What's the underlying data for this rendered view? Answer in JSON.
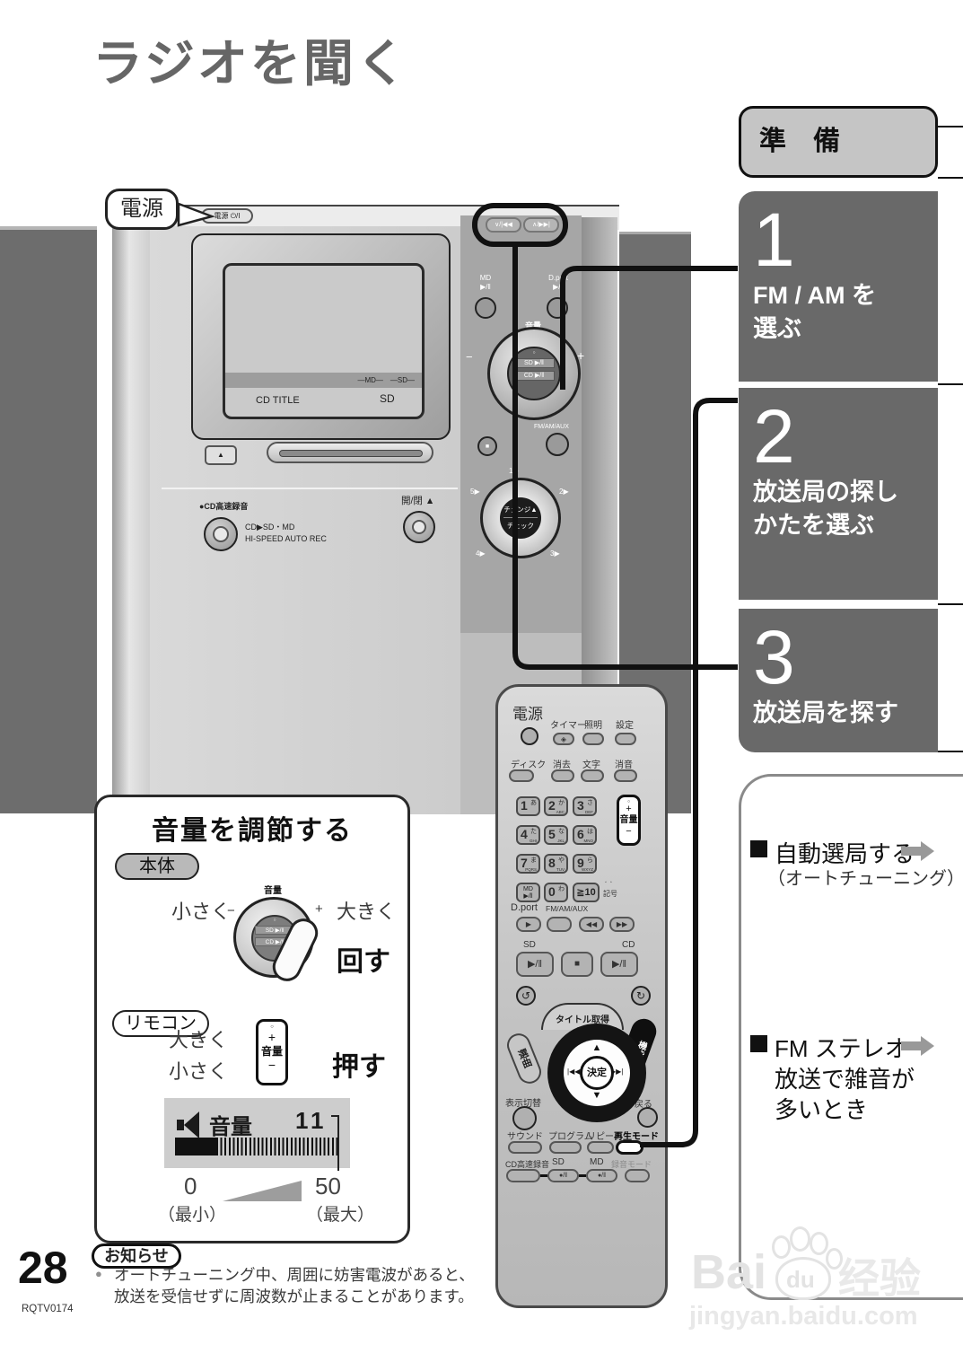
{
  "page": {
    "title": "ラジオを聞く",
    "page_number": "28",
    "doc_code": "RQTV0174"
  },
  "prep_panel": {
    "header": "準　備",
    "steps": [
      {
        "num": "1",
        "line1": "FM / AM を",
        "line2": "選ぶ"
      },
      {
        "num": "2",
        "line1": "放送局の探し",
        "line2": "かたを選ぶ"
      },
      {
        "num": "3",
        "line1": "放送局を探す",
        "line2": ""
      }
    ]
  },
  "tips_panel": {
    "item1_title": "自動選局する",
    "item1_sub": "（オートチューニング）",
    "item2_line1": "FM ステレオ",
    "item2_line2": "放送で雑音が",
    "item2_line3": "多いとき"
  },
  "unit": {
    "power_callout": "電源",
    "power_switch": "電源 ⏻/I",
    "display_band": "—MD—　—SD—",
    "cd_title": "CD TITLE",
    "sd": "SD",
    "eject": "▲",
    "tune_down": "∨/|◀◀",
    "tune_up": "∧/▶▶|",
    "md_label": "MD",
    "md_play": "▶/‖",
    "dport_label": "D.port",
    "dport_play": "▶/‖",
    "volume": "音量",
    "minus": "−",
    "plus": "+",
    "knob_dot": "○",
    "knob_sd": "SD ▶/‖",
    "knob_cd": "CD ▶/‖",
    "stop": "■",
    "fm_am_aux": "FM/AM/AUX",
    "dial_change": "チェンジ▲",
    "dial_check": "チェック",
    "sector1": "1▶",
    "sector2": "2▶",
    "sector3": "3▶",
    "sector4": "4▶",
    "sector5": "5▶",
    "rec_label": "●CD高速録音",
    "rec_line1": "CD▶SD・MD",
    "rec_line2": "HI-SPEED AUTO REC",
    "open_close": "開/閉 ▲"
  },
  "remote": {
    "power": "電源",
    "timer": "タイマー",
    "timer_icon": "◈",
    "light": "照明",
    "setup": "設定",
    "disc": "ディスク",
    "erase": "消去",
    "moji": "文字",
    "mute": "消音",
    "digits": [
      {
        "main": "1",
        "kana": "あ",
        "latin": ""
      },
      {
        "main": "2",
        "kana": "か",
        "latin": "ABC"
      },
      {
        "main": "3",
        "kana": "さ",
        "latin": "DEF"
      },
      {
        "main": "4",
        "kana": "た",
        "latin": "GHI"
      },
      {
        "main": "5",
        "kana": "な",
        "latin": "JKL"
      },
      {
        "main": "6",
        "kana": "は",
        "latin": "MNO"
      },
      {
        "main": "7",
        "kana": "ま",
        "latin": "PQRS"
      },
      {
        "main": "8",
        "kana": "や",
        "latin": "TUV"
      },
      {
        "main": "9",
        "kana": "ら",
        "latin": "WXYZ"
      }
    ],
    "md": "MD",
    "md_play": "▶/‖",
    "zero": "0",
    "zero_kana": "わ",
    "ten": "≧10",
    "ten_marks": "゛゜",
    "ten_label": "記号",
    "vol_dot": "○",
    "vol_plus": "+",
    "vol_label": "音量",
    "vol_minus": "−",
    "dport": "D.port",
    "fmamaux": "FM/AM/AUX",
    "play": "▶",
    "rew": "◀◀",
    "ff": "▶▶",
    "sd": "SD",
    "cd": "CD",
    "playpause": "▶/‖",
    "stop": "■",
    "undo": "↺",
    "redo": "↻",
    "title_get": "タイトル取得",
    "senkyoku": "選曲",
    "kinou": "機能選択",
    "ok": "決定",
    "up": "▲",
    "down": "▼",
    "prev": "|◀◀",
    "next": "▶▶|",
    "display_sw": "表示切替",
    "back": "戻る",
    "sound": "サウンド",
    "program": "プログラム",
    "repeat": "リピート",
    "play_mode": "再生モード",
    "cd_hispeed": "CD高速録音",
    "sd2": "SD",
    "md2": "MD",
    "rec_mode": "録音モード",
    "rec_pause": "●/‖"
  },
  "volume_box": {
    "title": "音量を調節する",
    "main_unit": "本体",
    "remote": "リモコン",
    "smaller": "小さく",
    "larger": "大きく",
    "minus": "−",
    "plus": "+",
    "volume": "音量",
    "turn": "回す",
    "press": "押す",
    "knob_dot": "○",
    "knob_sd": "SD ▶/‖",
    "knob_cd": "CD ▶/‖",
    "rocker_dot": "○",
    "rocker_plus": "+",
    "rocker_label": "音量",
    "rocker_minus": "−",
    "disp_volume": "音量",
    "disp_value": "11",
    "min": "0",
    "min_label": "（最小）",
    "max": "50",
    "max_label": "（最大）"
  },
  "notice": {
    "badge": "お知らせ",
    "bullet": "●",
    "line1": "オートチューニング中、周囲に妨害電波があると、",
    "line2": "放送を受信せずに周波数が止まることがあります。"
  },
  "watermark": {
    "brand": "Bai",
    "brand2": "du",
    "cn": "经验",
    "url": "jingyan.baidu.com"
  }
}
